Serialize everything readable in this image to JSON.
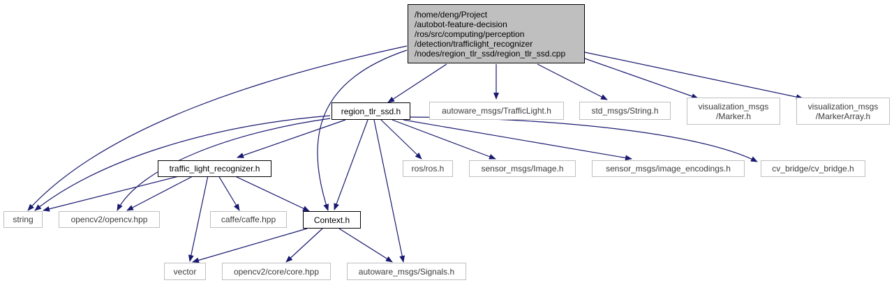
{
  "diagram": {
    "root": {
      "lines": [
        "/home/deng/Project",
        "/autobot-feature-decision",
        "/ros/src/computing/perception",
        "/detection/trafficlight_recognizer",
        "/nodes/region_tlr_ssd/region_tlr_ssd.cpp"
      ]
    },
    "nodes": {
      "region_tlr_ssd_h": "region_tlr_ssd.h",
      "trafficlight": "autoware_msgs/TrafficLight.h",
      "std_string": "std_msgs/String.h",
      "marker_line1": "visualization_msgs",
      "marker_line2": "/Marker.h",
      "markerarray_line1": "visualization_msgs",
      "markerarray_line2": "/MarkerArray.h",
      "traffic_light_recognizer_h": "traffic_light_recognizer.h",
      "ros_ros": "ros/ros.h",
      "sensor_image": "sensor_msgs/Image.h",
      "image_encodings": "sensor_msgs/image_encodings.h",
      "cv_bridge": "cv_bridge/cv_bridge.h",
      "string": "string",
      "opencv": "opencv2/opencv.hpp",
      "caffe": "caffe/caffe.hpp",
      "context_h": "Context.h",
      "vector": "vector",
      "core": "opencv2/core/core.hpp",
      "signals": "autoware_msgs/Signals.h"
    },
    "colors": {
      "edge": "#191970",
      "root_fill": "#bfbfbf",
      "external_border": "#bfbfbf",
      "documented_border": "#000000"
    }
  }
}
